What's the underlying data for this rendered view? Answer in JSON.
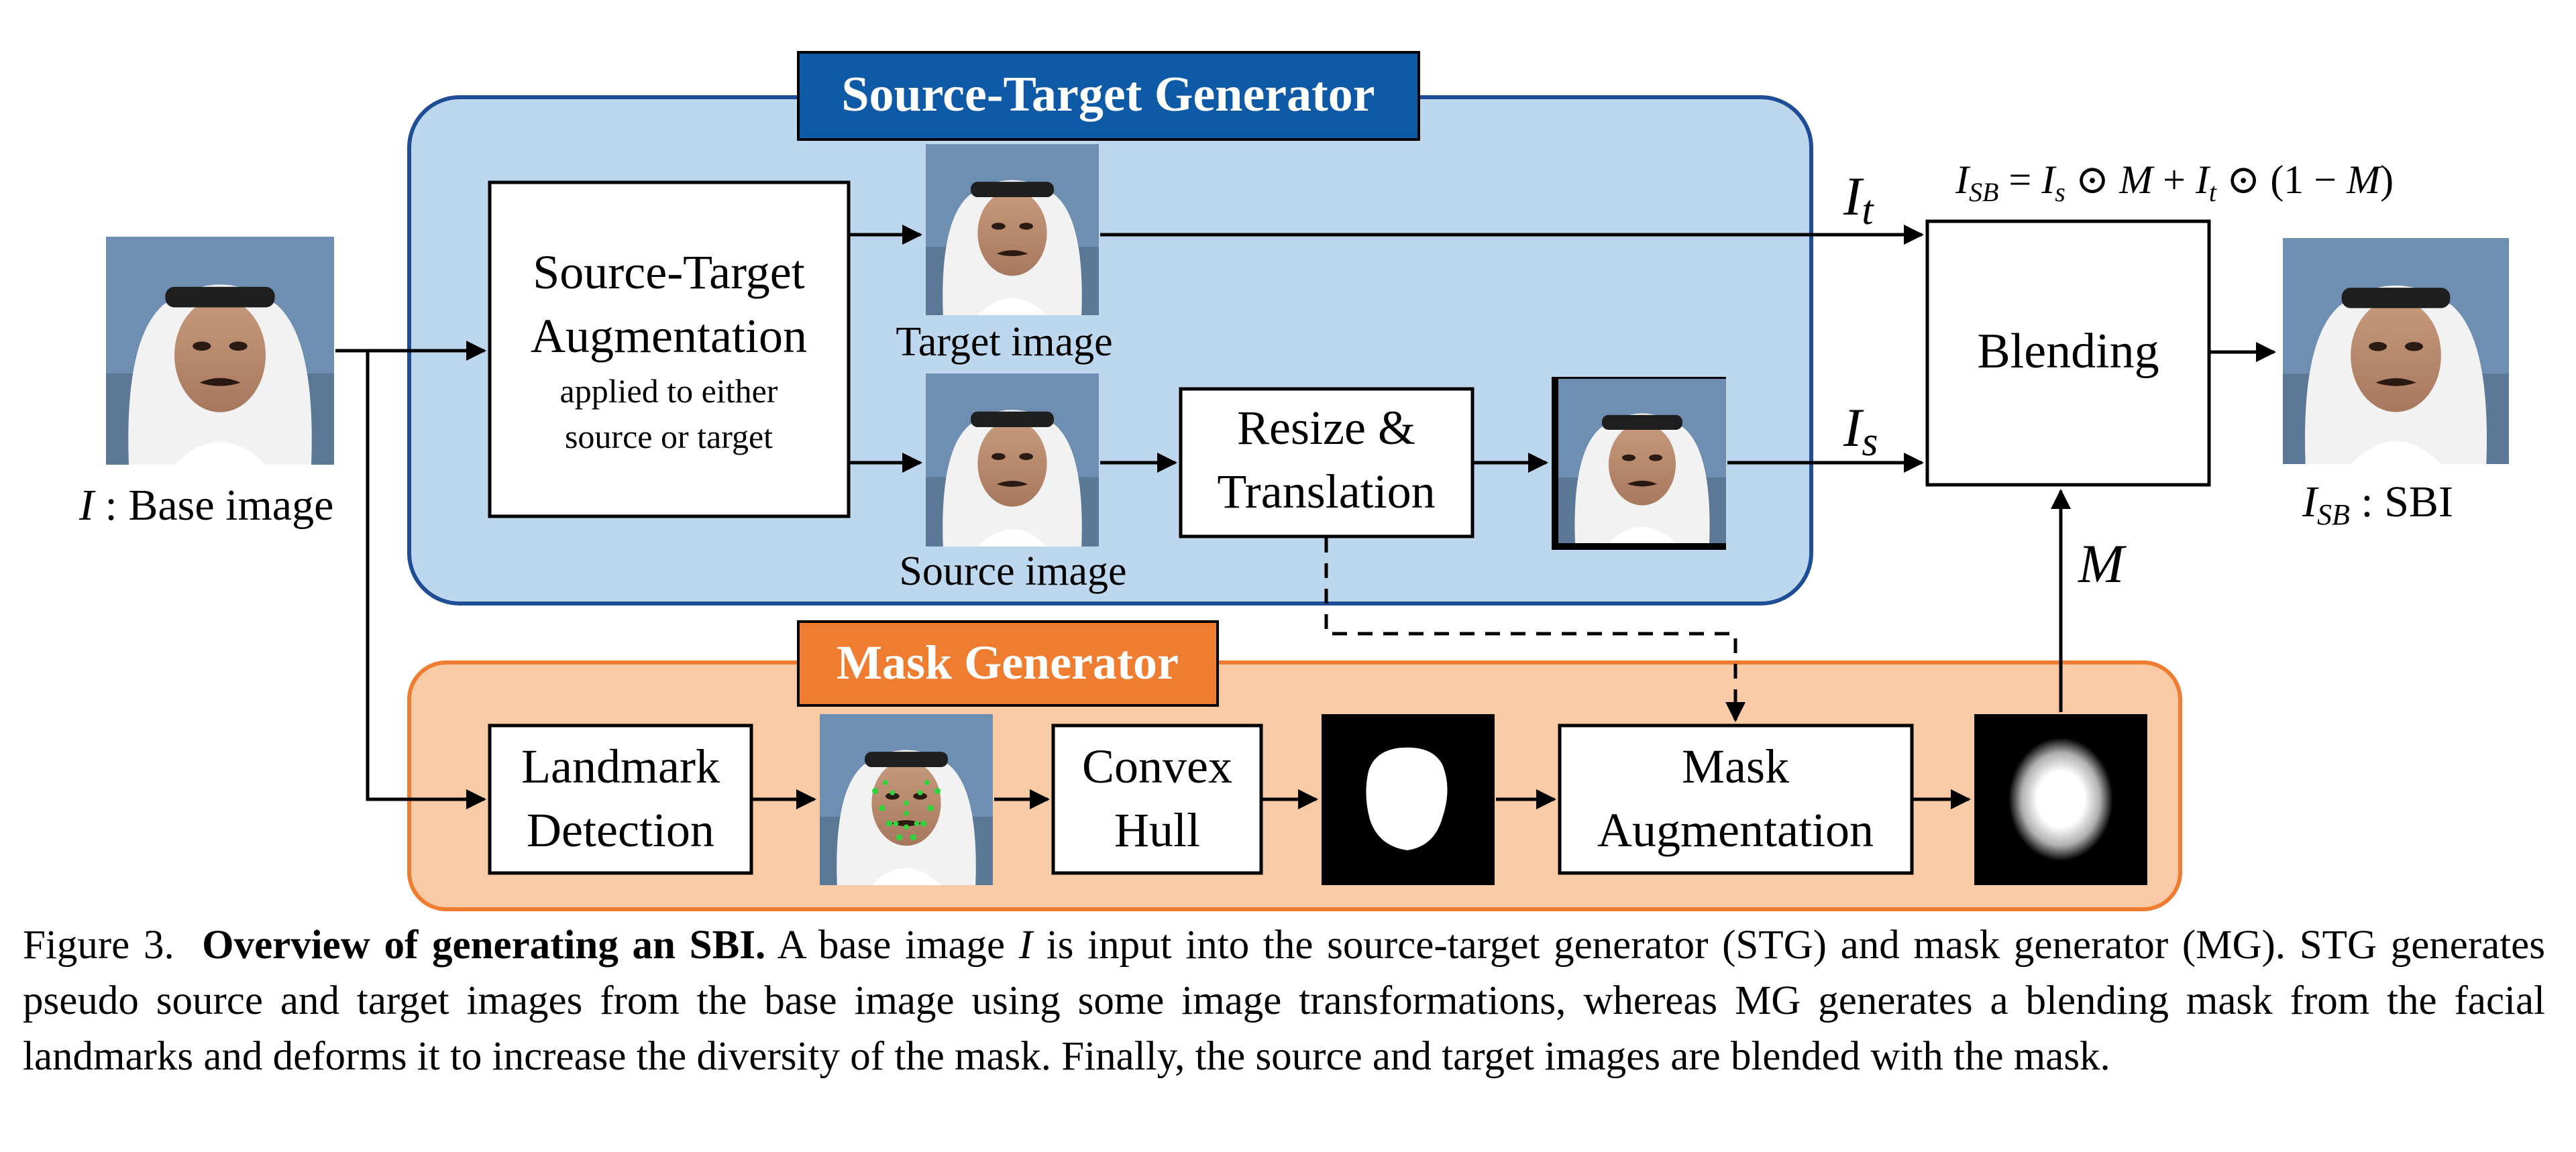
{
  "diagram": {
    "stg_title": "Source-Target Generator",
    "mg_title": "Mask Generator",
    "base_label": "I",
    "base_label_suffix": " : Base image",
    "aug_title_1": "Source-Target",
    "aug_title_2": "Augmentation",
    "aug_note_1": "applied to either",
    "aug_note_2": "source or target",
    "target_caption": "Target image",
    "source_caption": "Source image",
    "resize_1": "Resize &",
    "resize_2": "Translation",
    "blending": "Blending",
    "it_main": "I",
    "it_sub": "t",
    "is_main": "I",
    "is_sub": "s",
    "m_label": "M",
    "formula_lhs": "I",
    "formula_lhs_sub": "SB",
    "formula_a": " = ",
    "formula_b": "I",
    "formula_b_sub": "s",
    "formula_c": " ⊙ ",
    "formula_d": "M",
    "formula_e": " + ",
    "formula_f": "I",
    "formula_f_sub": "t",
    "formula_g": " ⊙ (1 − ",
    "formula_h": "M",
    "formula_i": ")",
    "sbi_label": "I",
    "sbi_sub": "SB",
    "sbi_suffix": " : SBI",
    "landmark_1": "Landmark",
    "landmark_2": "Detection",
    "convex_1": "Convex",
    "convex_2": "Hull",
    "maskaug_1": "Mask",
    "maskaug_2": "Augmentation",
    "colors": {
      "stg_fill": "#bcd7ee",
      "stg_border": "#1f4e96",
      "stg_title_bg": "#0f5aa6",
      "mg_fill": "#f8cba6",
      "mg_border": "#ee7d31",
      "mg_title_bg": "#ee7d31"
    }
  },
  "caption": {
    "fig": "Figure 3.",
    "bold": "Overview of generating an SBI.",
    "t1": " A base image ",
    "var": "I",
    "t2": " is input into the source-target generator (STG) and mask generator (MG). STG generates pseudo source and target images from the base image using some image transformations, whereas MG generates a blending mask from the facial landmarks and deforms it to increase the diversity of the mask. Finally, the source and target images are blended with the mask."
  }
}
